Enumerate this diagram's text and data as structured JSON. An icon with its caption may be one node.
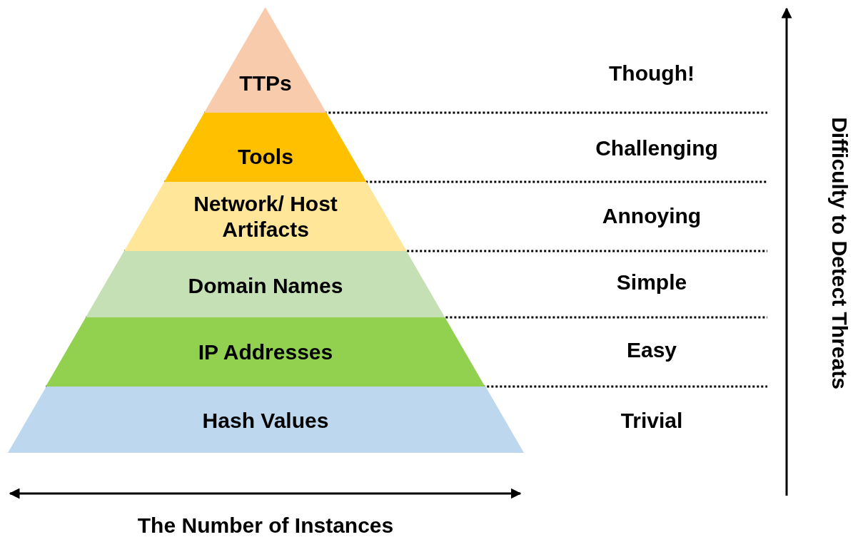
{
  "diagram": {
    "nodes": [
      {
        "text": [
          "TTPs"
        ]
      },
      {
        "text": [
          "Tools"
        ]
      },
      {
        "text": [
          "Network/ Host Artifacts"
        ]
      },
      {
        "text": [
          "Domain Names"
        ]
      },
      {
        "text": [
          "IP Addresses"
        ]
      },
      {
        "text": [
          "Hash Values"
        ]
      }
    ],
    "labels": [
      "Though!",
      "Challenging",
      "Annoying",
      "Simple",
      "Easy",
      "Trivial",
      "Difficulty to Detect Threats",
      "The Number of Instances"
    ]
  }
}
